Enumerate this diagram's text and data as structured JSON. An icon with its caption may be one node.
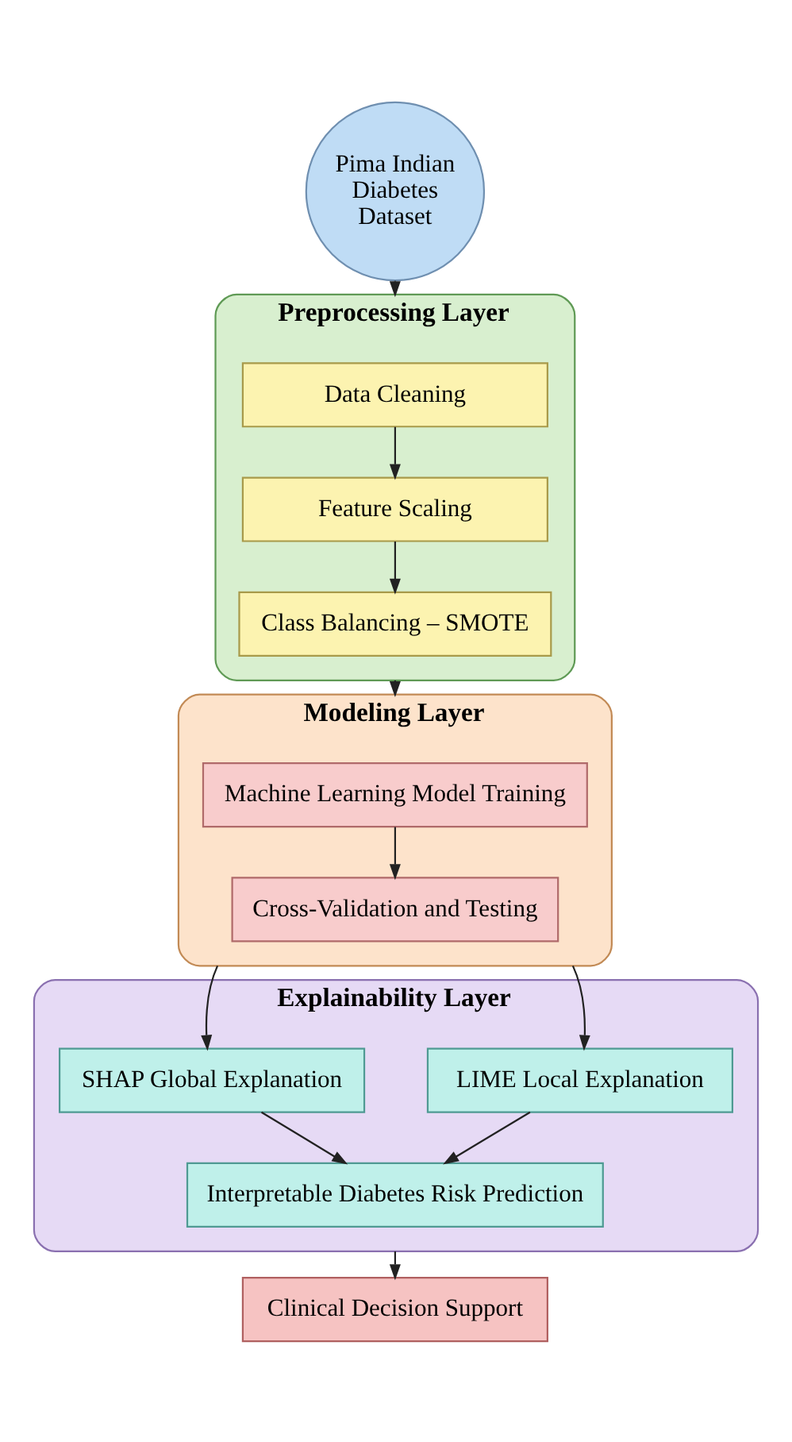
{
  "diagram": {
    "nodes": [
      {
        "text": [
          "Pima Indian Diabetes Dataset"
        ]
      },
      {
        "text": [
          "Preprocessing Layer"
        ]
      },
      {
        "text": [
          "Data Cleaning"
        ],
        "in": 1
      },
      {
        "text": [
          "Feature Scaling"
        ],
        "in": 1
      },
      {
        "text": [
          "Class Balancing – SMOTE"
        ],
        "in": 1
      },
      {
        "text": [
          "Modeling Layer"
        ]
      },
      {
        "text": [
          "Machine Learning Model Training"
        ],
        "in": 5
      },
      {
        "text": [
          "Cross-Validation and Testing"
        ],
        "in": 5
      },
      {
        "text": [
          "Explainability Layer"
        ]
      },
      {
        "text": [
          "SHAP Global Explanation"
        ],
        "in": 8
      },
      {
        "text": [
          "LIME Local Explanation"
        ],
        "in": 8
      },
      {
        "text": [
          "Interpretable Diabetes Risk Prediction"
        ],
        "in": 8
      },
      {
        "text": [
          "Clinical Decision Support"
        ]
      }
    ],
    "edges": [
      {
        "from": 0,
        "to": 1,
        "arrow": "to"
      },
      {
        "from": 2,
        "to": 3,
        "arrow": "to"
      },
      {
        "from": 3,
        "to": 4,
        "arrow": "to"
      },
      {
        "from": 1,
        "to": 5,
        "arrow": "to"
      },
      {
        "from": 6,
        "to": 7,
        "arrow": "to"
      },
      {
        "from": 5,
        "to": 9,
        "arrow": "to"
      },
      {
        "from": 5,
        "to": 10,
        "arrow": "to"
      },
      {
        "from": 9,
        "to": 11,
        "arrow": "to"
      },
      {
        "from": 10,
        "to": 11,
        "arrow": "to"
      },
      {
        "from": 8,
        "to": 12,
        "arrow": "to"
      }
    ]
  }
}
